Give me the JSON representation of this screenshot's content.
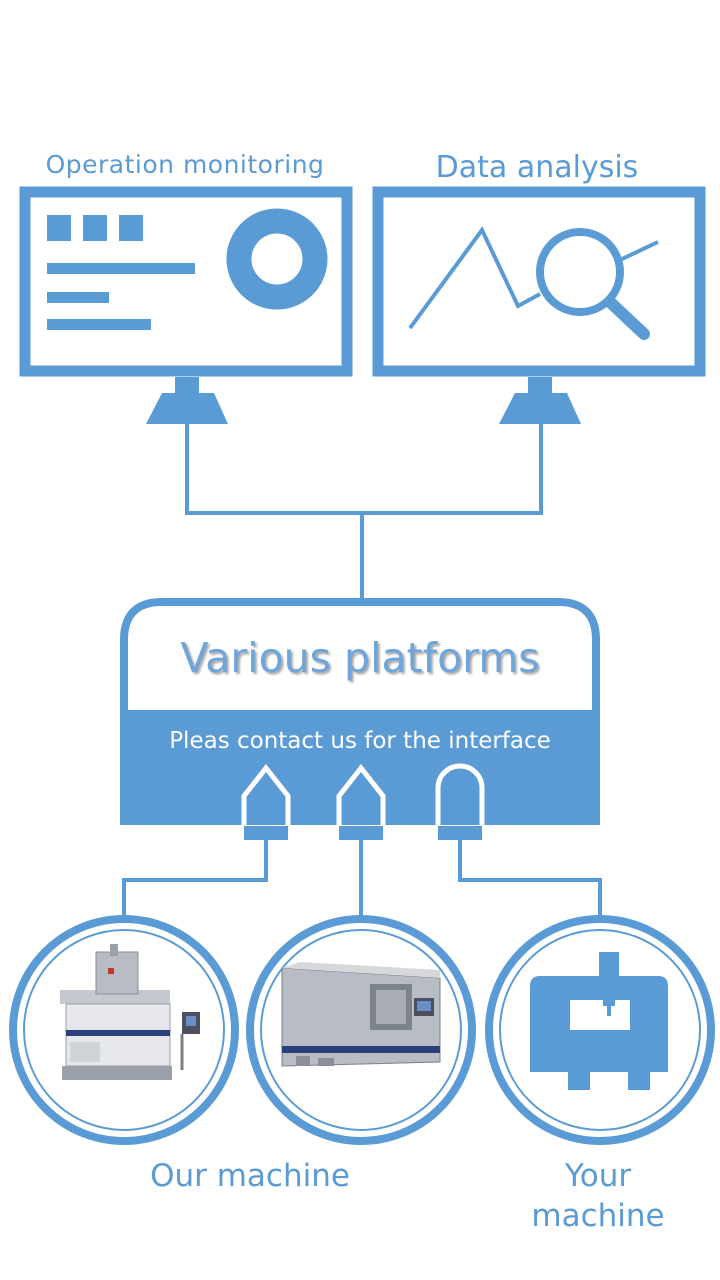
{
  "labels": {
    "operation_monitoring": "Operation   monitoring",
    "data_analysis": "Data analysis",
    "platform_title": "Various platforms",
    "interface_note": "Pleas contact us for the interface",
    "our_machine": "Our machine",
    "your_machine": "Your machine"
  },
  "colors": {
    "accent": "#5b9bd5",
    "background": "#ffffff",
    "machine_gray": "#b8bcc4",
    "machine_dark": "#4a5060",
    "machine_navy": "#2b3f7a"
  },
  "icons": [
    "dashboard-icon",
    "donut-chart-icon",
    "line-chart-icon",
    "magnifier-icon",
    "machine-tool-icon"
  ]
}
